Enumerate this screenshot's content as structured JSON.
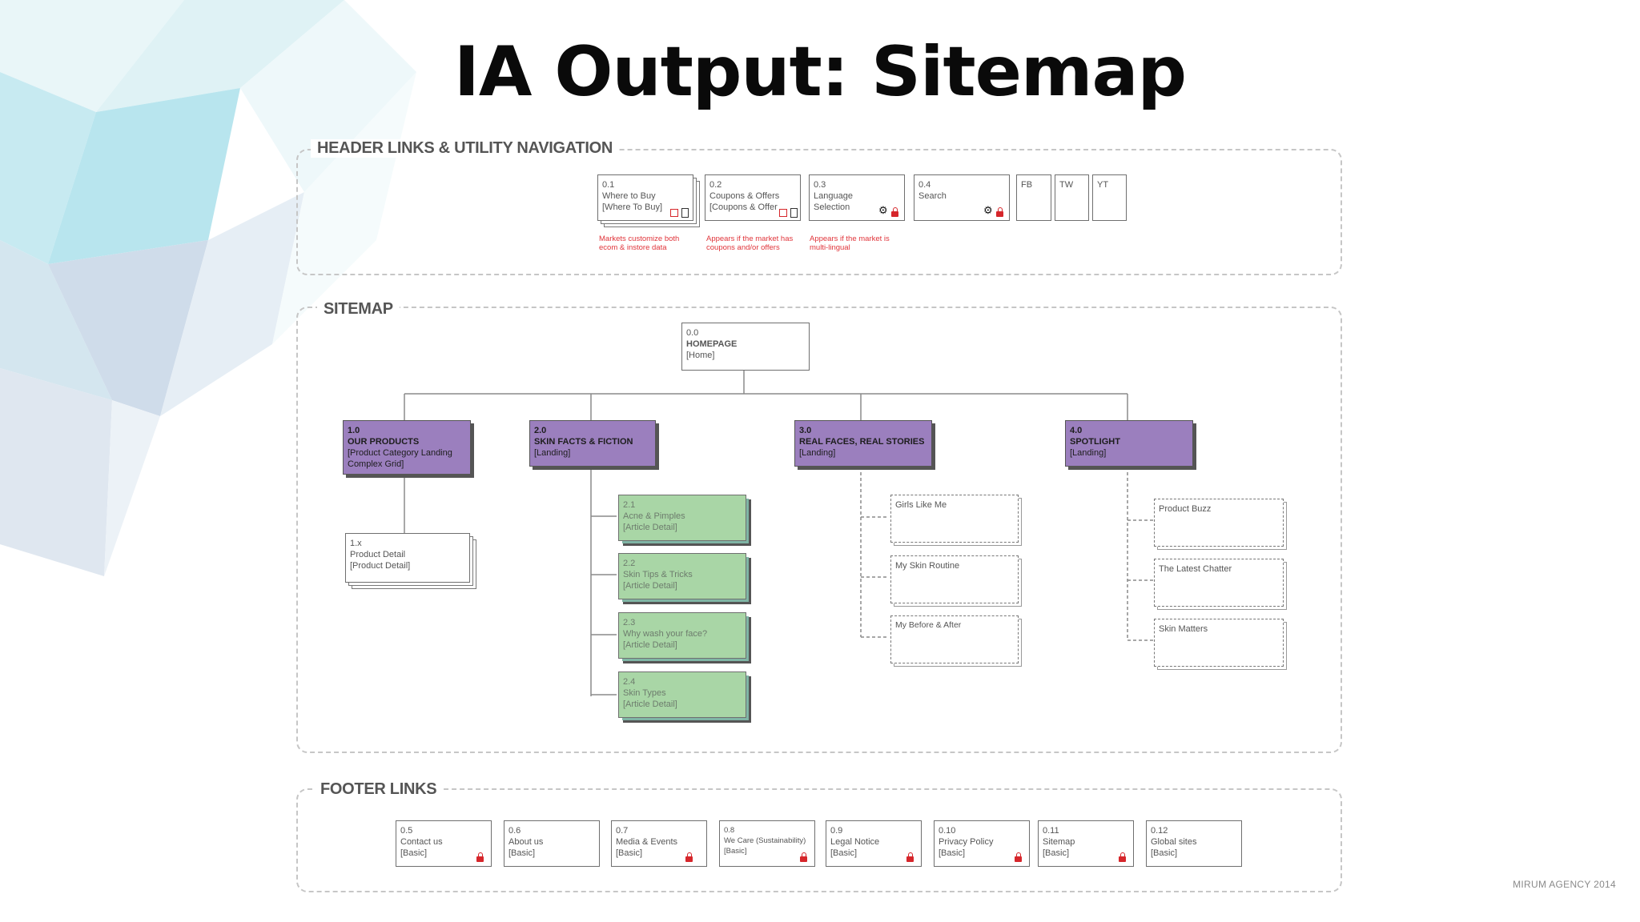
{
  "slide_title": "IA Output: Sitemap",
  "credit": "MIRUM AGENCY 2014",
  "header_panel": {
    "label": "HEADER LINKS & UTILITY NAVIGATION",
    "items": [
      {
        "num": "0.1",
        "name": "Where to Buy",
        "type": "[Where To Buy]",
        "note": "Markets customize both ecom & instore data"
      },
      {
        "num": "0.2",
        "name": "Coupons & Offers",
        "type": "[Coupons & Offer",
        "note": "Appears if the market has coupons and/or offers"
      },
      {
        "num": "0.3",
        "name": "Language",
        "type": "Selection",
        "note": "Appears if the market is multi-lingual"
      },
      {
        "num": "0.4",
        "name": "Search"
      },
      {
        "name": "FB"
      },
      {
        "name": "TW"
      },
      {
        "name": "YT"
      }
    ]
  },
  "sitemap_panel": {
    "label": "SITEMAP",
    "homepage": {
      "num": "0.0",
      "name": "HOMEPAGE",
      "type": "[Home]"
    },
    "sections": [
      {
        "num": "1.0",
        "name": "OUR PRODUCTS",
        "type": "[Product Category Landing Complex Grid]",
        "children": [
          {
            "num": "1.x",
            "name": "Product Detail",
            "type": "[Product Detail]"
          }
        ]
      },
      {
        "num": "2.0",
        "name": "SKIN FACTS & FICTION",
        "type": "[Landing]",
        "children": [
          {
            "num": "2.1",
            "name": "Acne & Pimples",
            "type": "[Article Detail]"
          },
          {
            "num": "2.2",
            "name": "Skin Tips & Tricks",
            "type": "[Article Detail]"
          },
          {
            "num": "2.3",
            "name": "Why wash your face?",
            "type": "[Article Detail]"
          },
          {
            "num": "2.4",
            "name": "Skin Types",
            "type": "[Article Detail]"
          }
        ]
      },
      {
        "num": "3.0",
        "name": "REAL FACES, REAL STORIES",
        "type": "[Landing]",
        "children": [
          {
            "name": "Girls Like Me"
          },
          {
            "name": "My Skin Routine"
          },
          {
            "name": "My Before & After"
          }
        ]
      },
      {
        "num": "4.0",
        "name": "SPOTLIGHT",
        "type": "[Landing]",
        "children": [
          {
            "name": "Product Buzz"
          },
          {
            "name": "The Latest Chatter"
          },
          {
            "name": "Skin Matters"
          }
        ]
      }
    ]
  },
  "footer_panel": {
    "label": "FOOTER LINKS",
    "items": [
      {
        "num": "0.5",
        "name": "Contact us",
        "type": "[Basic]"
      },
      {
        "num": "0.6",
        "name": "About us",
        "type": "[Basic]"
      },
      {
        "num": "0.7",
        "name": "Media & Events",
        "type": "[Basic]"
      },
      {
        "num": "0.8",
        "name": "We Care (Sustainability)",
        "type": "[Basic]"
      },
      {
        "num": "0.9",
        "name": "Legal Notice",
        "type": "[Basic]"
      },
      {
        "num": "0.10",
        "name": "Privacy Policy",
        "type": "[Basic]"
      },
      {
        "num": "0.11",
        "name": "Sitemap",
        "type": "[Basic]"
      },
      {
        "num": "0.12",
        "name": "Global sites",
        "type": "[Basic]"
      }
    ]
  },
  "colors": {
    "section_fill": "#9b7fbe",
    "article_fill": "#a9d6a6",
    "note_red": "#e0343a",
    "facet_cyan": "#bfe8ef"
  }
}
